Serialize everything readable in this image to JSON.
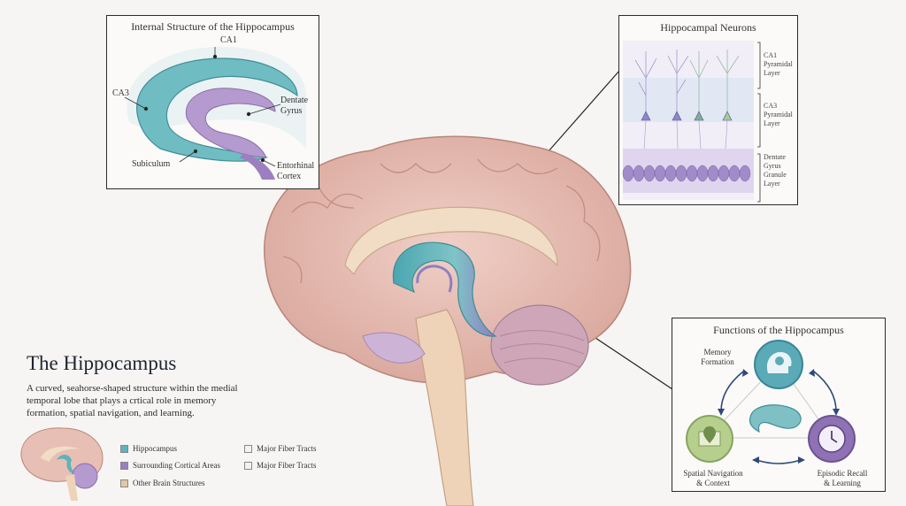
{
  "title": "The Hippocampus",
  "description": "A curved, seahorse-shaped structure within the medial temporal lobe that plays a crtical role in memory formation, spatial navigation, and learning.",
  "internal_panel": {
    "title": "Internal Structure of the Hippocampus",
    "labels": {
      "ca1": "CA1",
      "ca3": "CA3",
      "dentate": "Dentate\nGyrus",
      "subiculum": "Subiculum",
      "entorhinal": "Entorhinal\nCortex"
    }
  },
  "neurons_panel": {
    "title": "Hippocampal Neurons",
    "layers": [
      "CA1\nPyramidal\nLayer",
      "CA3\nPyramidal\nLayer",
      "Dentate\nGyrus\nGranule\nLayer"
    ]
  },
  "functions_panel": {
    "title": "Functions of the Hippocampus",
    "items": [
      "Memory\nFormation",
      "Spatial Navigation\n& Context",
      "Episodic Recall\n& Learning"
    ]
  },
  "legend": {
    "items": [
      {
        "label": "Hippocampus",
        "color": "#5fb3ba"
      },
      {
        "label": "Surrounding Cortical Areas",
        "color": "#9b7fc0"
      },
      {
        "label": "Other Brain Structures",
        "color": "#e3c9a3"
      },
      {
        "label": "Major Fiber Tracts",
        "color": "#f2f2f2"
      },
      {
        "label": "Major Fiber Tracts",
        "color": "#f2f2f2"
      }
    ]
  },
  "colors": {
    "hippocampus": "#5fb3ba",
    "cortex_purple": "#9b7fc0",
    "brain_pink": "#e8bfb4",
    "tan": "#e3c9a3"
  }
}
